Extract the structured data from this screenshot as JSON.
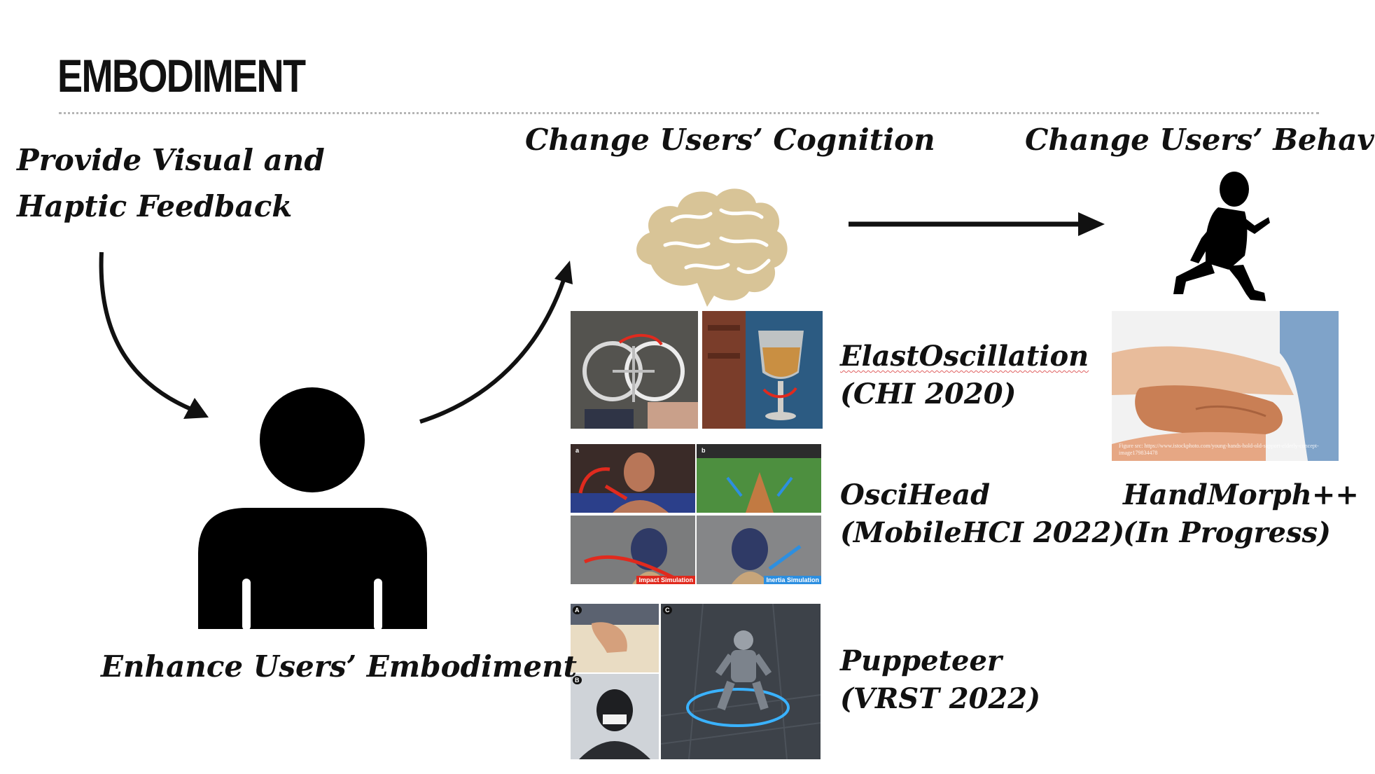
{
  "slide": {
    "title": "EMBODIMENT",
    "left_heading": [
      "Provide Visual and",
      "Haptic Feedback"
    ],
    "center_heading": "Change Users’ Cognition",
    "right_heading": "Change Users’ Behavior",
    "person_caption": "Enhance Users’ Embodiment"
  },
  "projects": [
    {
      "name": "ElastOscillation",
      "venue": "(CHI 2020)"
    },
    {
      "name": "OsciHead",
      "venue": "(MobileHCI 2022)"
    },
    {
      "name": "Puppeteer",
      "venue": "(VRST 2022)"
    }
  ],
  "future_project": {
    "name": "HandMorph++",
    "status": "(In Progress)"
  },
  "figure_labels": {
    "oscihead_impact": "Impact Simulation",
    "oscihead_inertia": "Inertia Simulation",
    "oscihead_panel_a": "a",
    "oscihead_panel_b": "b",
    "puppeteer_panel_a": "A",
    "puppeteer_panel_b": "B",
    "puppeteer_panel_c": "C"
  },
  "image_credit": "Figure src: https://www.istockphoto.com/young-hands-hold-old-support-elderly-concept-image179834478",
  "icons": [
    "arrow-curved-down-icon",
    "arrow-curved-up-icon",
    "arrow-right-icon",
    "person-icon",
    "brain-icon",
    "running-child-icon"
  ],
  "colors": {
    "text": "#111111",
    "brain": "#d8c497",
    "impact_red": "#e02a1e",
    "inertia_blue": "#2d8fe0"
  }
}
